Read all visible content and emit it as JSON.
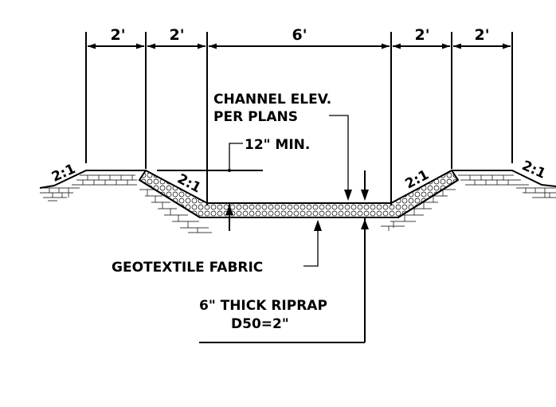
{
  "dimensions": {
    "left_outer": "2'",
    "left_inner": "2'",
    "bottom": "6'",
    "right_inner": "2'",
    "right_outer": "2'"
  },
  "slopes": {
    "left_outer": "2:1",
    "left_inner": "2:1",
    "right_inner": "2:1",
    "right_outer": "2:1"
  },
  "callouts": {
    "channel_elev_line1": "CHANNEL ELEV.",
    "channel_elev_line2": "PER PLANS",
    "min_depth": "12\" MIN.",
    "geotextile": "GEOTEXTILE FABRIC",
    "riprap_line1": "6\" THICK RIPRAP",
    "riprap_line2": "D50=2\""
  }
}
